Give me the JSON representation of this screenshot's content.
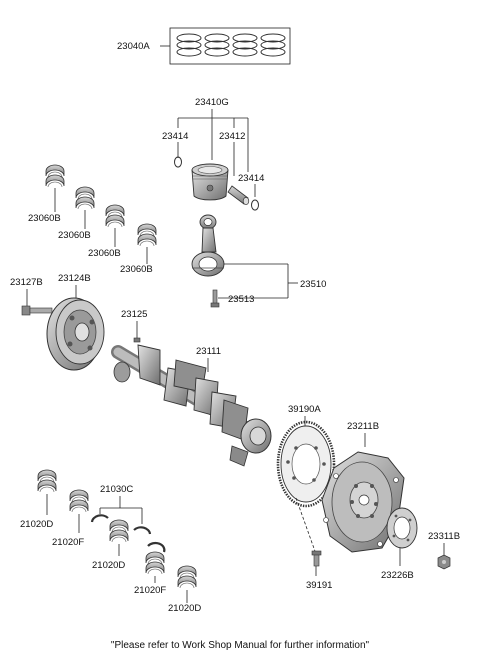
{
  "labels": {
    "ring_set": "23040A",
    "piston_assy": "23410G",
    "snap_ring_left": "23414",
    "piston_pin": "23412",
    "snap_ring_right": "23414",
    "conrod_bearing_1": "23060B",
    "conrod_bearing_2": "23060B",
    "conrod_bearing_3": "23060B",
    "conrod_bearing_4": "23060B",
    "conrod_assy": "23510",
    "conrod_bolt": "23513",
    "pulley_bolt": "23127B",
    "damper_pulley": "23124B",
    "key": "23125",
    "crankshaft": "23111",
    "target_wheel": "39190A",
    "drive_plate": "23211B",
    "main_bearing_1": "21020D",
    "main_bearing_2": "21020F",
    "thrust_washer": "21030C",
    "main_bearing_3": "21020D",
    "main_bearing_4": "21020F",
    "main_bearing_5": "21020D",
    "target_wheel_bolt": "39191",
    "plate_bolt": "23311B",
    "adapter_plate": "23226B"
  },
  "footer_note": "\"Please refer to Work Shop Manual for further information\"",
  "colors": {
    "line": "#222222",
    "part_fill": "#b9b9b9",
    "part_dark": "#6f6f6f",
    "text": "#111111"
  }
}
